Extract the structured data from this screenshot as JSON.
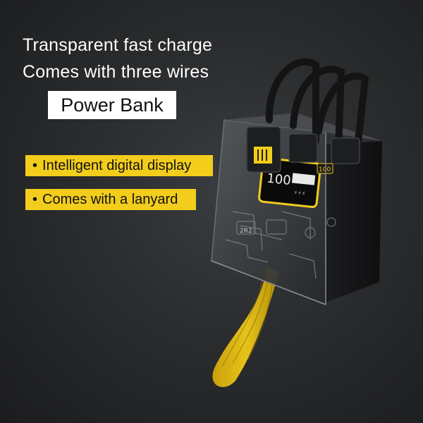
{
  "headline": {
    "line1": "Transparent fast charge",
    "line2": "Comes with three wires"
  },
  "title_box": "Power Bank",
  "features": [
    {
      "bullet": "•",
      "text": "Intelligent digital display"
    },
    {
      "bullet": "•",
      "text": "Comes with a lanyard"
    }
  ],
  "product": {
    "display_reading": "100",
    "display_percent": "100",
    "chip_label": "2R2",
    "icons": [
      "power-bank-icon",
      "cable-icon",
      "lanyard-icon"
    ],
    "colors": {
      "accent_yellow": "#f2cd1c",
      "background": "#2a2c2e",
      "shell": "#4a4d50"
    }
  }
}
